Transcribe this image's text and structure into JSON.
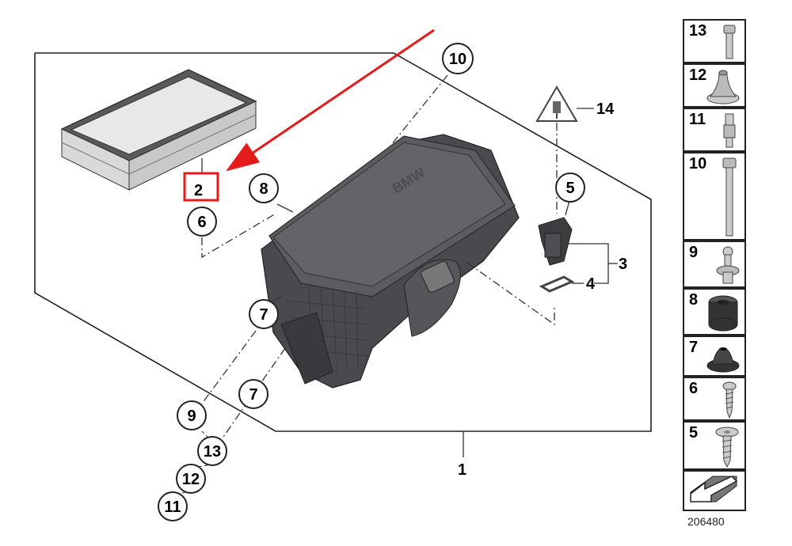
{
  "diagram": {
    "callouts": {
      "c1": "1",
      "c2": "2",
      "c3": "3",
      "c4": "4",
      "c5": "5",
      "c6": "6",
      "c7a": "7",
      "c7b": "7",
      "c8": "8",
      "c9": "9",
      "c10": "10",
      "c11": "11",
      "c12": "12",
      "c13": "13",
      "c14": "14"
    },
    "housing_logo": "BMW",
    "highlight_color": "#e31b1b",
    "highlighted_part": "2"
  },
  "sidebar": {
    "items": [
      {
        "num": "13",
        "icon": "bolt-short-icon"
      },
      {
        "num": "12",
        "icon": "rubber-mount-cone-icon"
      },
      {
        "num": "11",
        "icon": "spacer-bolt-icon"
      },
      {
        "num": "10",
        "icon": "bolt-long-icon"
      },
      {
        "num": "9",
        "icon": "grommet-pin-icon"
      },
      {
        "num": "8",
        "icon": "rubber-buffer-icon"
      },
      {
        "num": "7",
        "icon": "rubber-grommet-icon"
      },
      {
        "num": "6",
        "icon": "self-tapping-screw-icon"
      },
      {
        "num": "5",
        "icon": "washer-screw-icon"
      }
    ],
    "diagram_id": "206480"
  }
}
